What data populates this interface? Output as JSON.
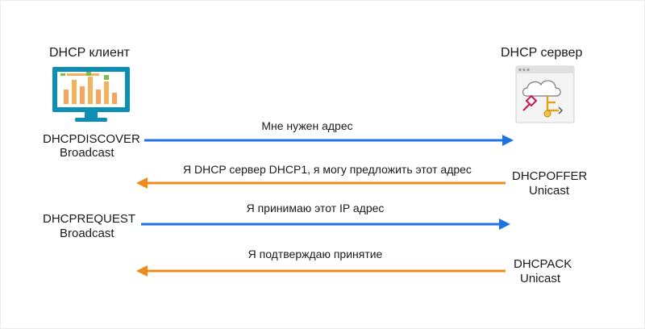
{
  "client": {
    "title": "DHCP клиент",
    "icon": "monitor-chart-icon"
  },
  "server": {
    "title": "DHCP сервер",
    "icon": "cloud-server-window-icon"
  },
  "messages": [
    {
      "left": "DHCPDISCOVER",
      "left2": "Broadcast",
      "text": "Мне нужен адрес",
      "direction": "right",
      "color": "#1e73e0"
    },
    {
      "right": "DHCPOFFER",
      "right2": "Unicast",
      "text": "Я DHCP сервер DHCP1, я могу предложить этот адрес",
      "direction": "left",
      "color": "#f08a1c"
    },
    {
      "left": "DHCPREQUEST",
      "left2": "Broadcast",
      "text": "Я принимаю этот IP адрес",
      "direction": "right",
      "color": "#1e73e0"
    },
    {
      "right": "DHCPACK",
      "right2": "Unicast",
      "text": "Я подтверждаю принятие",
      "direction": "left",
      "color": "#f08a1c"
    }
  ]
}
